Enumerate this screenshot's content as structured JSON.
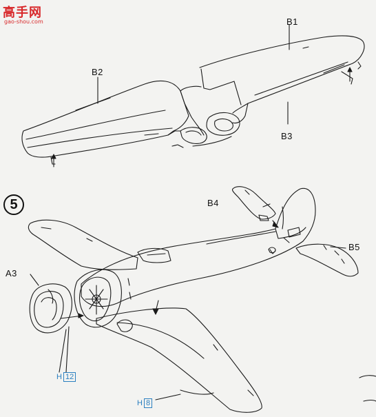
{
  "watermark": {
    "text": "高手网",
    "url": "gao-shou.com"
  },
  "step": {
    "number": "5"
  },
  "labels": {
    "b1": "B1",
    "b2": "B2",
    "b3": "B3",
    "b4": "B4",
    "b5": "B5",
    "a3": "A3"
  },
  "refs": {
    "h12": {
      "prefix": "H",
      "num": "12"
    },
    "h8": {
      "prefix": "H",
      "num": "8"
    }
  }
}
